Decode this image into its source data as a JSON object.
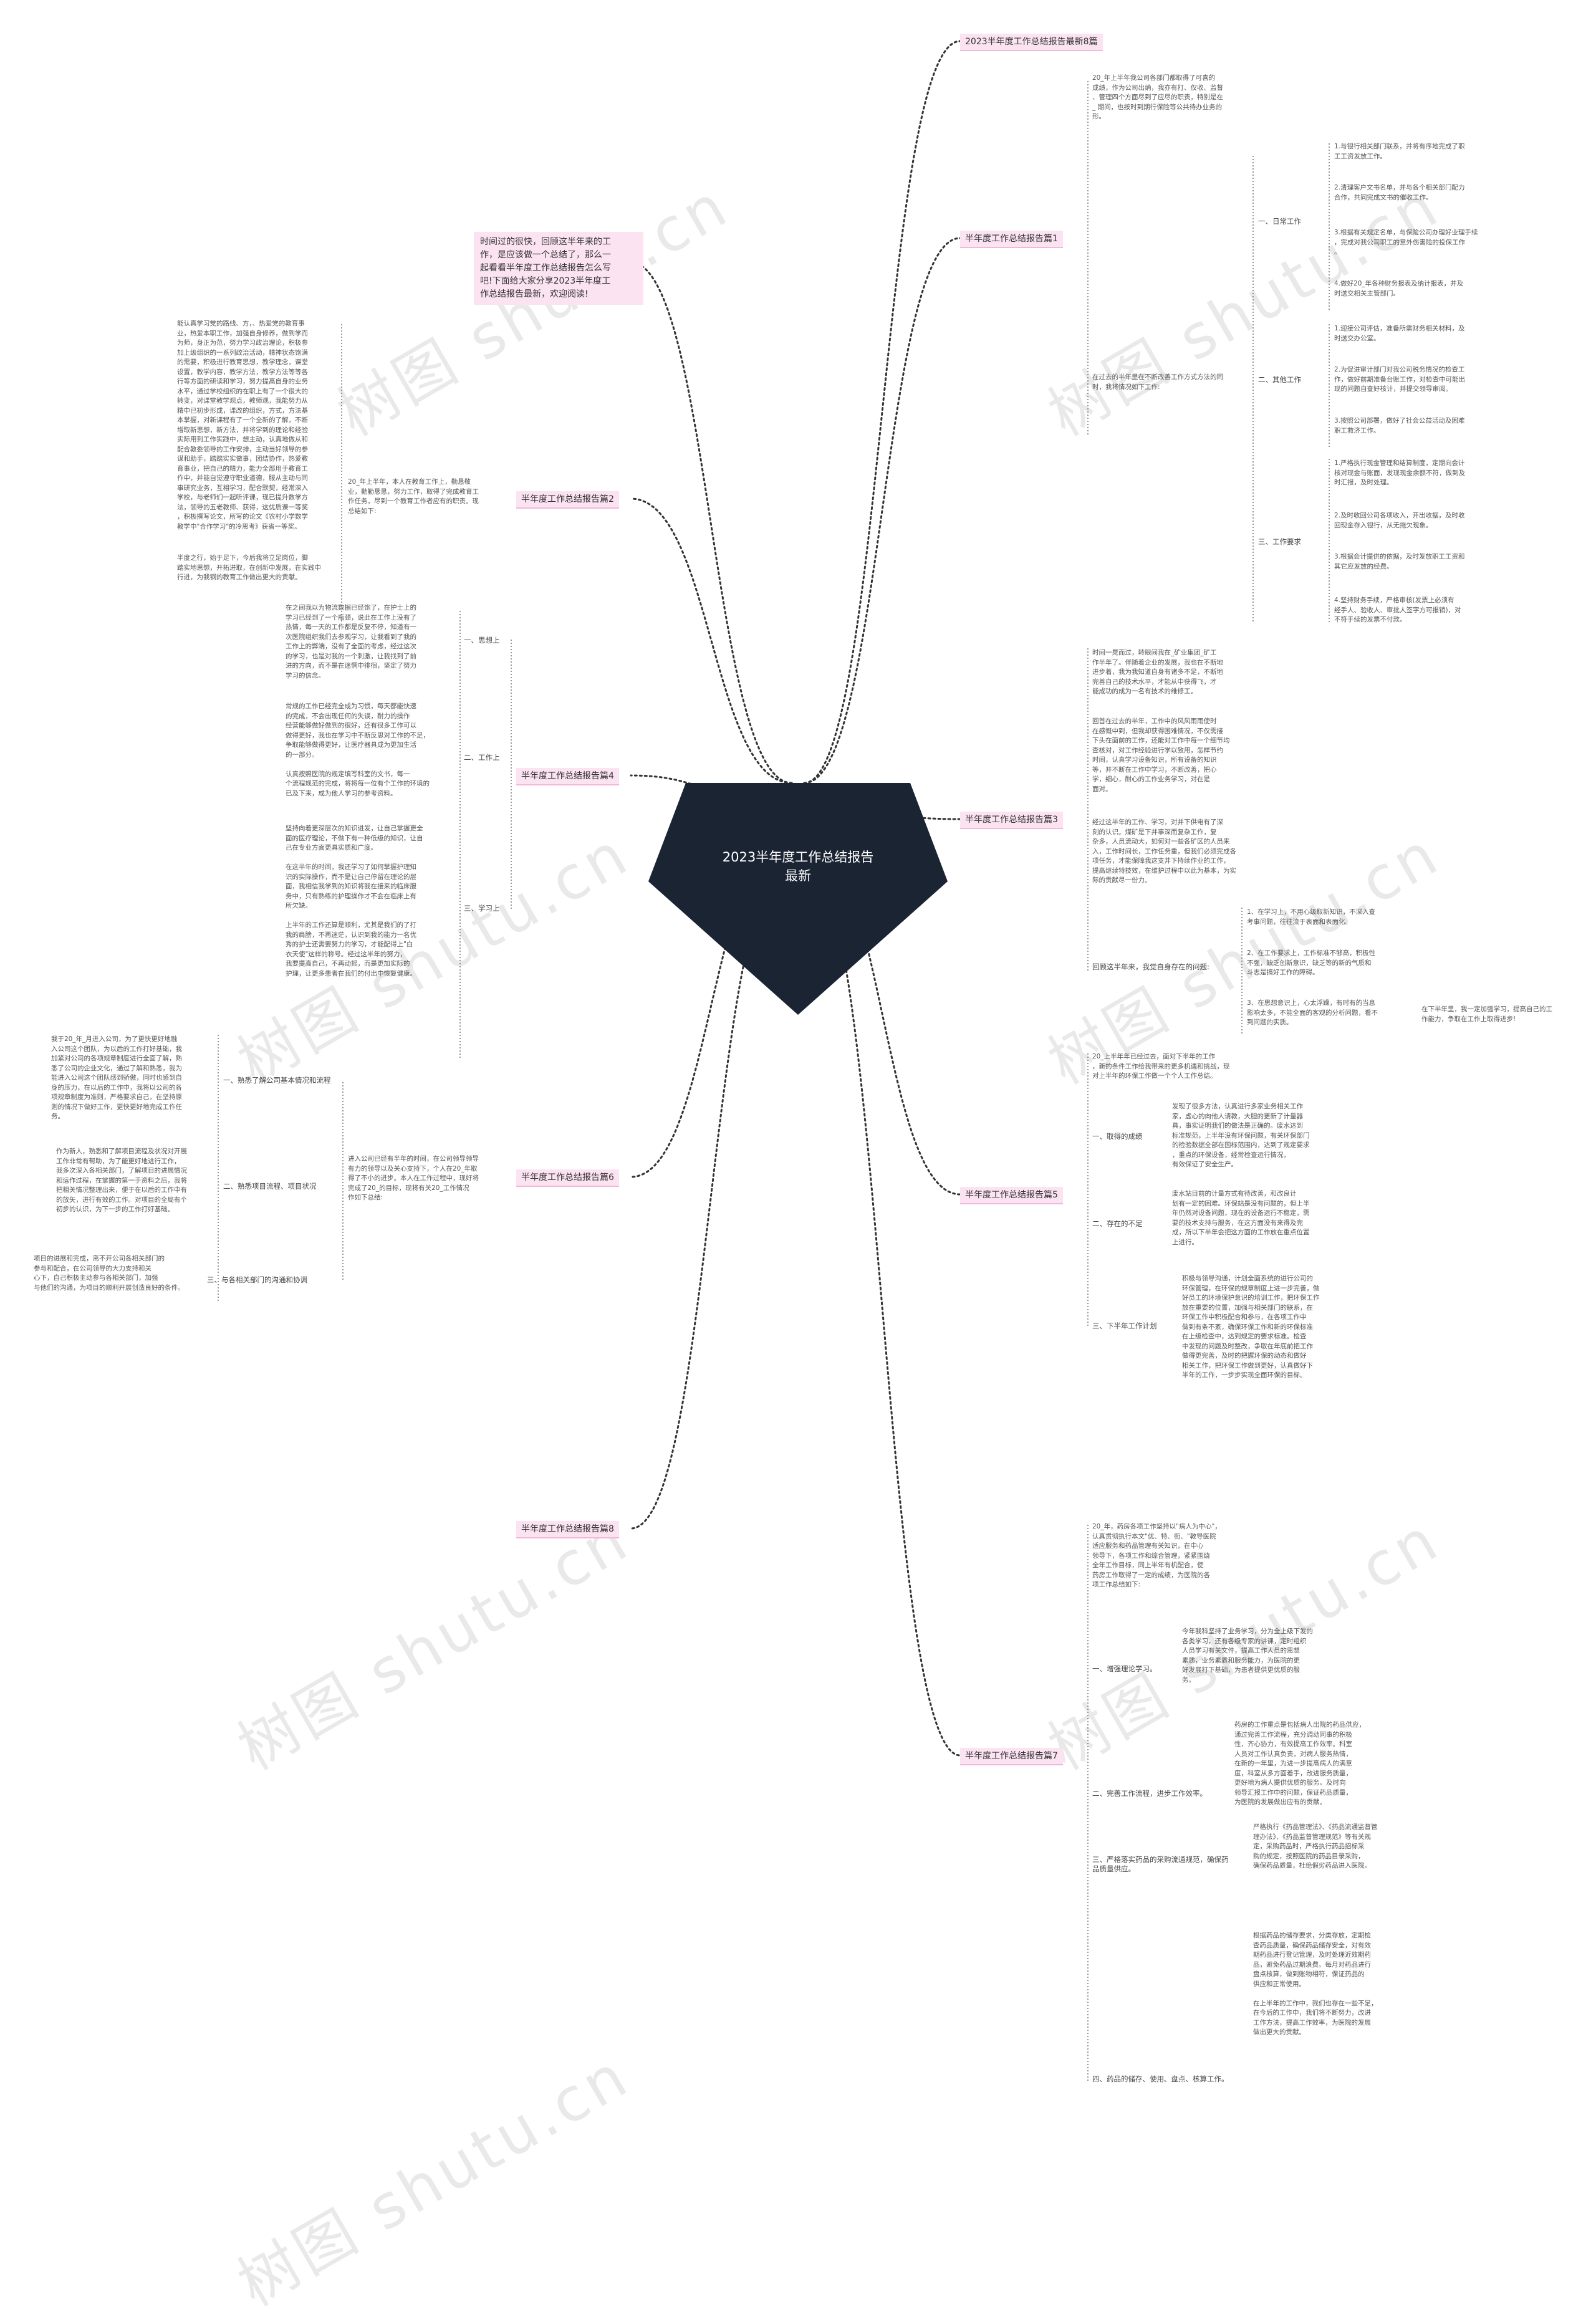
{
  "center": {
    "title": "2023半年度工作总结报告\n最新"
  },
  "intro": "时间过的很快，回顾这半年来的工\n作，是应该做一个总结了，那么一\n起看看半年度工作总结报告怎么写\n吧!下面给大家分享2023半年度工\n作总结报告最新，欢迎阅读!",
  "watermark": "树图 shutu.cn",
  "colors": {
    "center_fill": "#1b2433",
    "branch_bg": "#fbe3f2",
    "link": "#333333"
  },
  "branches": [
    {
      "id": "b8",
      "label": "2023半年度工作总结报告最新8篇"
    },
    {
      "id": "b1",
      "label": "半年度工作总结报告篇1",
      "intro": "20_年上半年我公司各部门都取得了可喜的\n成绩，作为公司出纳，我亦有打、仅收、监督\n、管理四个方面尽到了应尽的职责，特别是在\n_ 期间，也按时到期行保险等公共待办业务的\n形。",
      "lead": "在过去的半年里在不断改善工作方式方法的同\n时，我将情况如下工作:",
      "subs": [
        {
          "label": "一、日常工作",
          "items": [
            "1.与银行相关部门联系，并将有序地完成了职\n工工资发放工作。",
            "2.清理客户文书名单，并与各个相关部门配力\n合作，共同完成文书的催收工作。",
            "3.根据有关规定名单，与保险公司办理好业理手续\n，完成对我公司职工的意外伤害险的投保工作\n。",
            "4.做好20_年各种财务报表及纳计报表，并及\n时送交相关主管部门。"
          ]
        },
        {
          "label": "二、其他工作",
          "items": [
            "1.迎接公司评估，准备所需财务相关材料，及\n时送交办公室。",
            "2.为促进审计部门对我公司税务情况的检查工\n作，做好前期准备台账工作，对检查中可能出\n现的问题自查好核计，并提交领导审阅。",
            "3.按照公司部署，做好了社会公益活动及困难\n职工救济工作。"
          ]
        },
        {
          "label": "三、工作要求",
          "items": [
            "1.严格执行现金管理和结算制度，定期向会计\n核对现金与账面，发现现金余额不符，做到及\n时汇报，及时处理。",
            "2.及时收回公司各项收入，开出收据，及时收\n回现金存入银行，从无拖欠现象。",
            "3.根据会计提供的依据，及时发放职工工资和\n其它应发放的经费。",
            "4.坚持财务手续，严格审核(发票上必须有\n经手人、验收人、审批人签字方可报销)，对\n不符手续的发票不付款。"
          ]
        }
      ]
    },
    {
      "id": "b2",
      "label": "半年度工作总结报告篇2",
      "intro": "20_年上半年，本人在教育工作上，勤恳敬\n业，勤勤恳恳，努力工作，取得了完成教育工\n作任务，尽到一个教育工作者应有的职责。现\n总结如下:",
      "para": "能认真学习党的路线、方，、热爱党的教育事\n业，热爱本职工作，加强自身修养，做到学而\n为师，身正为范，努力学习政治理论，积极参\n加上级组织的一系列政治活动，精神状态饱满\n的需要，积极进行教育思想，教学理念，课堂\n设置，教学内容，教学方法，教学方法等等各\n行等方面的研读和学习，努力提高自身的业务\n水平，通过学校组织的在职上有了一个很大的\n转变，对课堂教学观点，教师观，我能努力从\n精中已初步形成，课改的组织，方式，方法基\n本掌握，对新课程有了一个全新的了解，不断\n增取新思想，新方法，并将学到的理论和经验\n实际用到工作实践中，想主动，认真地做从和\n配合教委领导的工作安排，主动当好领导的参\n谋和助手，踏踏实实做事，团结协作，热爱教\n育事业，把自己的精力，能力全部用于教育工\n作中，并能自觉遵守职业道德，服从主动与同\n事研究业务，互相学习，配合默契，经常深入\n学校，与老师们一起听评课，现已提升数学方\n法，领导的五老教师、获得，这优质课一等奖\n，积极撰写论文，所写的论文《农村小学数学\n教学中\"合作学习\"的冷思考》获省一等奖。",
      "para2": "半度之行，始于足下，今后我将立足岗位，脚\n踏实地思想，开拓进取，在创新中发展，在实践中\n行进，为我钢的教育工作做出更大的贡献。"
    },
    {
      "id": "b3",
      "label": "半年度工作总结报告篇3",
      "paras": [
        "时间一晃而过，转眼间我在_矿业集团_矿工\n作半年了。伴随着企业的发展，我也在不断地\n进步着，我为我知道自身有诸多不足，不断地\n完善自己的技术水平，才能从中获得飞，才\n能成功的成为一名有技术的维修工。",
        "回首在过去的半年，工作中的风风雨雨使时\n在感慨中到，但我却获得困难情况，不仅需接\n下头在面前的工作，还能对工作中每一个细节均\n查核对，对工作经验进行学以致用，怎样节约\n时间，认真学习设备知识，所有设备的知识\n等，并不断在工作中学习，不断改善，把心\n学，细心，耐心的工作业务学习，对在是\n面对。",
        "经过这半年的工作、学习，对并下供电有了深\n刻的认识。煤矿是下并事深而复杂工作，复\n杂多，人员流动大，如何对一些各矿区的人员来\n入，工作时间长，工作任务重，但我们必须完成各\n项任务，才能保障我这支井下持续作业的工作，\n提高继续特技效，在维护过程中以此为基本，为实\n际的贡献尽一份力。"
      ],
      "lead": "回顾这半年来，我觉自身存在的问题:",
      "items": [
        "1、在学习上，不用心级取新知识，不深入查\n考事问题，往往流于表面和表面化。",
        "2、在工作要求上，工作标准不够高，积极性\n不强，缺乏创新意识，缺乏等的新的气质和\n斗志是搞好工作的障碍。",
        "3、在思想意识上，心太浮躁，有时有的当息\n影响太多，不能全面的客观的分析问题，看不\n到问题的实质。"
      ],
      "tail": "在下半年里，我一定加强学习，提高自己的工\n作能力，争取在工作上取得进步!"
    },
    {
      "id": "b4",
      "label": "半年度工作总结报告篇4",
      "subs": [
        {
          "label": "一、思想上",
          "text": "在之间我以为物流数据已经饱了，在护士上的\n学习已经到了一个瓶颈，说此在工作上没有了\n热情，每一天的工作都是反复不停，知道有一\n次医院组织我们去参观学习，让我看到了我的\n工作上的弊端，没有了全面的考虑，经过这次\n的学习，也是对我的一个刺激，让我找到了前\n进的方向，而不是在迷惘中徘徊，坚定了努力\n学习的信念。"
        },
        {
          "label": "二、工作上",
          "text": "常规的工作已经完全成为习惯，每天都能快速\n的完成，不会出现任何的失误，耐力的操作\n经营能够做好做到的很好，还有很多工作可以\n做得更好，我也在学习中不断反思对工作的不足，\n争取能够做得更好，让医疗器具成为更加生活\n的一部分。\n\n认真按照医院的规定填写科室的文书，每一\n个流程规范的完成，将将每一位有个工作的环境的\n已及下来，成为他人学习的参考资料。"
        },
        {
          "label": "三、学习上",
          "text": "坚持向着更深层次的知识进发，让自己掌握更全\n面的医疗理论，不做下有一种低级的知识，让自\n己在专业方面更具实质和广度。\n\n在这半年的时间，我还学习了如何掌握护理知\n识的实际操作，而不是让自己停留在理论的层\n面，我相信我学到的知识将我在接来的临床服\n务中，只有熟练的护理操作才不会在临床上有\n所欠缺。\n\n上半年的工作还算是顺利，尤其是我们的了打\n我的肩膀，不再迷茫，认识到我的能力一名优\n秀的护士还需要努力的学习，才能配得上\"白\n衣天使\"这样的称号。经过这半年的努力，\n我要提高自己，不再动摇，而是更加实际的\n护理，让更多患者在我们的付出中恢复健康。"
        }
      ]
    },
    {
      "id": "b5",
      "label": "半年度工作总结报告篇5",
      "intro": "20_上半年年已经过去，面对下半年的工作\n，新的条件工作给我带来的更多机遇和挑战，现\n对上半年的环保工作做一个个人工作总结。",
      "subs": [
        {
          "label": "一、取得的成绩",
          "text": "发现了很多方法，认真进行多家业务相关工作\n家，虚心的向他人请教，大胆的更新了计量器\n具，事实证明我们的做法是正确的。废水达到\n标准规范，上半年没有环保问题，有关环保部门\n的检验数据全部在国标范围内，达到了规定要求\n，重点的环保设备，经常检查运行情况，\n有效保证了安全生产。"
        },
        {
          "label": "二、存在的不足",
          "text": "废水站目前的计量方式有待改善，和改良计\n划有一定的困难。环保站是没有问题的，但上半\n年仍然对设备问题，现在的设备运行不稳定，需\n要的技术支持与服务，在这方面没有来得及完\n成，所以下半年会把这方面的工作放在重点位置\n上进行。"
        },
        {
          "label": "三、下半年工作计划",
          "text": "积极与领导沟通，计划全面系统的进行公司的\n环保管理，在环保的规章制度上进一步完善，做\n好员工的环境保护意识的培训工作，把环保工作\n放在重要的位置，加强与相关部门的联系，在\n环保工作中积极配合和参与，在各项工作中\n做到有条不紊，确保环保工作和新的环保标准\n在上级检查中，达到规定的要求标准。检查\n中发现的问题及时整改，争取在年底前把工作\n做得更完善，及时的把握环保的动态和做好\n相关工作，把环保工作做到更好，认真做好下\n半年的工作，一步步实现全面环保的目标。"
        }
      ]
    },
    {
      "id": "b6",
      "label": "半年度工作总结报告篇6",
      "intro": "进入公司已经有半年的时间，在公司领导领导\n有力的领导以及关心支持下，个人在20_年取\n得了不小的进步。本人在工作过程中，现好将\n完成了20_的目标，现将有关20_工作情况\n作如下总结:",
      "subs": [
        {
          "label": "一、熟悉了解公司基本情况和流程",
          "text": "我于20_年_月进入公司，为了更快更好地融\n入公司这个团队，为以后的工作打好基础，我\n加紧对公司的各项规章制度进行全面了解，熟\n悉了公司的企业文化，通过了解和熟悉，我为\n能进入公司这个团队感到骄傲，同时也感到自\n身的压力，在以后的工作中，我将以公司的各\n项规章制度为准则，严格要求自己，在坚持原\n则的情况下做好工作，更快更好地完成工作任\n务。"
        },
        {
          "label": "二、熟悉项目流程、项目状况",
          "text": "作为新人，熟悉和了解项目流程及状况对开展\n工作非常有帮助，为了能更好地进行工作，\n我多次深入各相关部门，了解项目的进展情况\n和运作过程，在掌握的第一手资料之后，我将\n把相关情况整理出来，便于在以后的工作中有\n的放矢，进行有效的工作。对项目的全局有个\n初步的认识，为下一步的工作打好基础。"
        },
        {
          "label": "三、与各相关部门的沟通和协调",
          "text": "项目的进展和完成，离不开公司各相关部门的\n参与和配合，在公司领导的大力支持和关\n心下，自己积极主动参与各相关部门，加强\n与他们的沟通，为项目的顺利开展创造良好的条件。"
        }
      ]
    },
    {
      "id": "b7",
      "label": "半年度工作总结报告篇7",
      "intro": "20_年，药房各项工作坚持以\"病人为中心\"，\n认真贯彻执行本文\"优、特、衔、\"教导医院\n适应服务和药品管理有关知识，在中心\n领导下，各项工作和综合管理，紧紧围绕\n全年工作目标，同上半年有机配合，使\n药房工作取得了一定的成绩，为医院的各\n项工作总结如下:",
      "subs": [
        {
          "label": "一、增强理论学习。",
          "text": "今年我科坚持了业务学习，分为全上级下发的\n各类学习，还有各级专家的讲课，定时组织\n人员学习有关文件，提高工作人员的思想\n素质，业务素质和服务能力，为医院的更\n好发展打下基础，为患者提供更优质的服\n务。"
        },
        {
          "label": "二、完善工作流程，进步工作效率。",
          "text": "药房的工作重点是包括病人出院的药品供应，\n通过完善工作流程，充分调动同事的积极\n性，齐心协力，有效提高工作效率。科室\n人员对工作认真负责，对病人服务热情，\n在新的一年里，为进一步提高病人的满意\n度，科室从多方面着手，改进服务质量，\n更好地为病人提供优质的服务。及时向\n领导汇报工作中的问题，保证药品质量，\n为医院的发展做出应有的贡献。"
        },
        {
          "label": "三、严格落实药品的采购流通规范，确保药\n品质量供应。",
          "text": "严格执行《药品管理法》、《药品流通监督管\n理办法》、《药品监督管理规范》等有关规\n定，采购药品时，严格执行药品招标采\n购的规定，按照医院的药品目录采购，\n确保药品质量，杜绝假劣药品进入医院。"
        },
        {
          "label": "四、药品的储存、使用、盘点、核算工作。",
          "text": "根据药品的储存要求，分类存放，定期检\n查药品质量，确保药品储存安全，对有效\n期药品进行登记管理，及时处理近效期药\n品，避免药品过期浪费。每月对药品进行\n盘点核算，做到账物相符，保证药品的\n供应和正常使用。\n\n在上半年的工作中，我们也存在一些不足，\n在今后的工作中，我们将不断努力，改进\n工作方法，提高工作效率，为医院的发展\n做出更大的贡献。"
        }
      ]
    }
  ]
}
